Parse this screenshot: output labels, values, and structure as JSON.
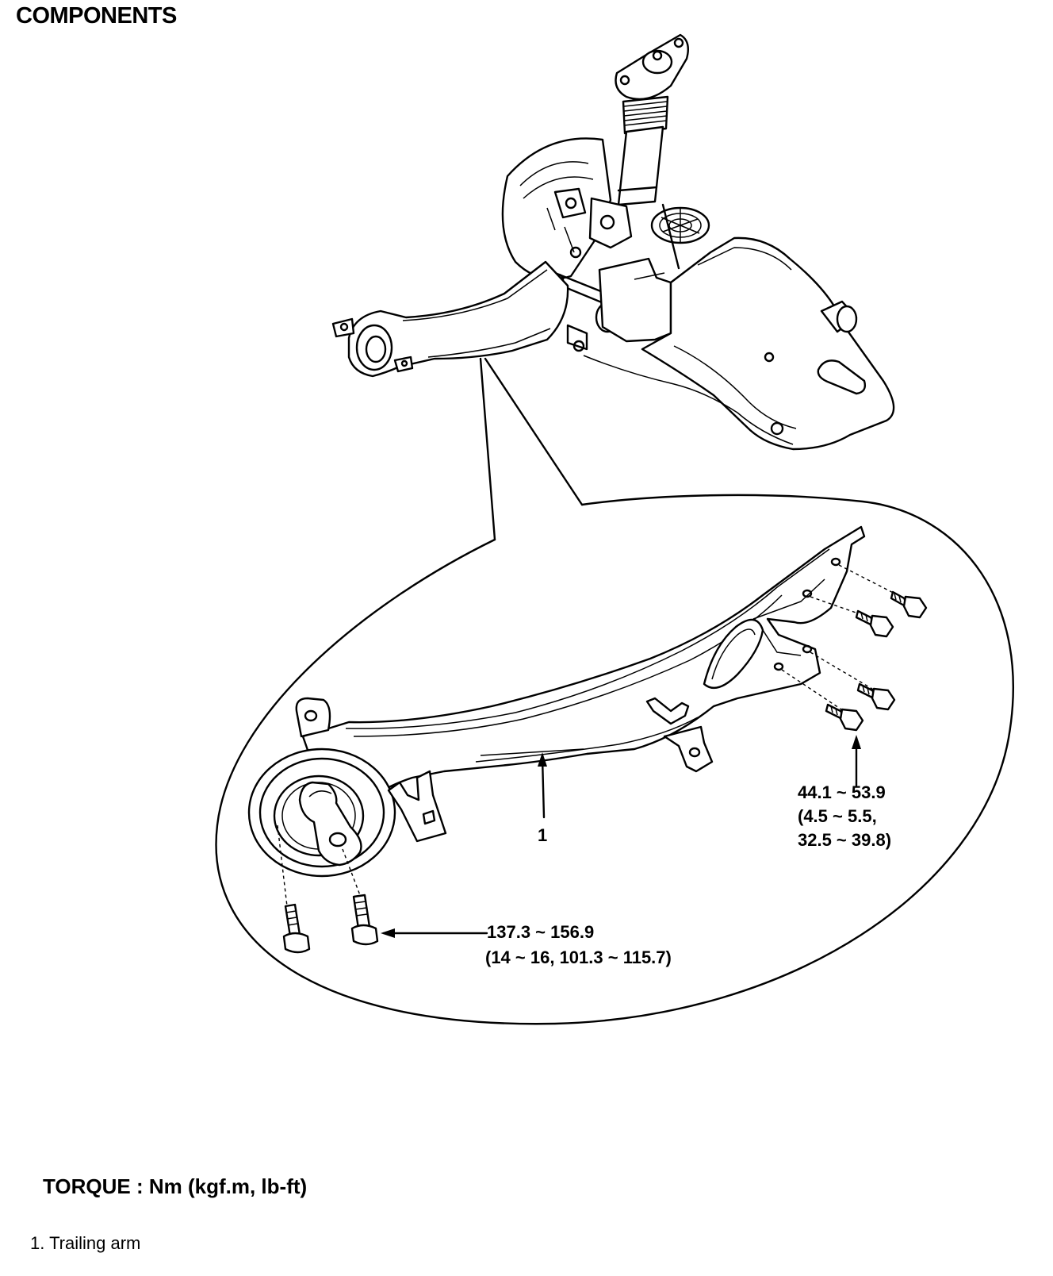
{
  "heading": "COMPONENTS",
  "callouts": {
    "part_number": "1",
    "lower_torque_line1": "137.3 ~ 156.9",
    "lower_torque_line2": "(14 ~ 16, 101.3 ~ 115.7)",
    "upper_torque_line1": "44.1 ~ 53.9",
    "upper_torque_line2": "(4.5 ~ 5.5,",
    "upper_torque_line3": "32.5 ~ 39.8)"
  },
  "torque_unit": "TORQUE : Nm (kgf.m, lb-ft)",
  "legend": [
    {
      "label": "1. Trailing arm"
    }
  ]
}
